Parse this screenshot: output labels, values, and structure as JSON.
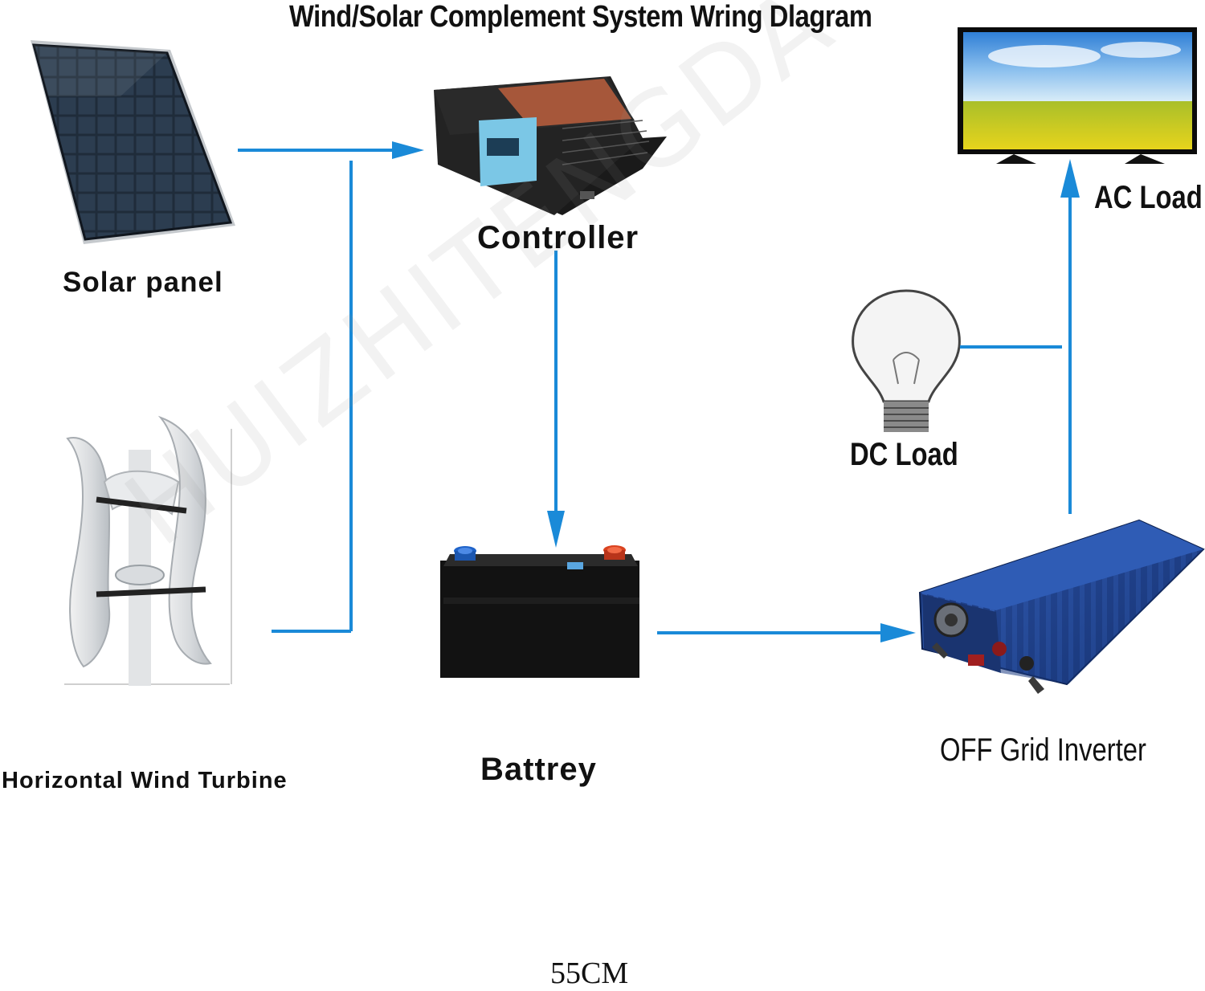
{
  "diagram": {
    "title": "Wind/Solar Complement System Wring Dlagram",
    "watermark": "HUIZHITENGDA",
    "bottom_note": "55CM",
    "colors": {
      "wire": "#1a8ad8",
      "background": "#ffffff"
    },
    "nodes": {
      "solar_panel": {
        "label": "Solar panel",
        "icon": "solar-panel-icon"
      },
      "controller": {
        "label": "Controller",
        "icon": "charge-controller-icon"
      },
      "ac_load": {
        "label": "AC Load",
        "icon": "television-icon"
      },
      "dc_load": {
        "label": "DC Load",
        "icon": "light-bulb-icon"
      },
      "wind_turbine": {
        "label": "Horizontal Wind Turbine",
        "icon": "wind-turbine-icon"
      },
      "battery": {
        "label": "Battrey",
        "icon": "battery-icon"
      },
      "inverter": {
        "label": "OFF Grid Inverter",
        "icon": "inverter-icon"
      }
    }
  }
}
